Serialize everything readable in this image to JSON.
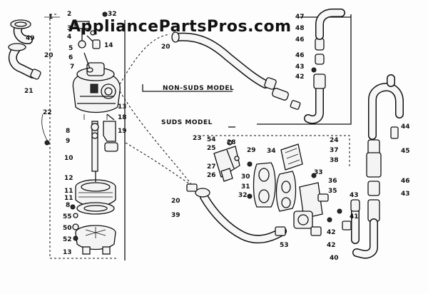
{
  "watermark": "AppliancePartsPros.com",
  "sections": {
    "non_suds": "NON-SUDS MODEL",
    "suds": "SUDS MODEL"
  },
  "callouts": [
    {
      "id": "1",
      "label": "1"
    },
    {
      "id": "2",
      "label": "2"
    },
    {
      "id": "32a",
      "label": "32"
    },
    {
      "id": "3",
      "label": "3"
    },
    {
      "id": "4",
      "label": "4"
    },
    {
      "id": "14",
      "label": "14"
    },
    {
      "id": "49",
      "label": "49"
    },
    {
      "id": "5",
      "label": "5"
    },
    {
      "id": "6",
      "label": "6"
    },
    {
      "id": "7",
      "label": "7"
    },
    {
      "id": "20a",
      "label": "20"
    },
    {
      "id": "21",
      "label": "21"
    },
    {
      "id": "22",
      "label": "22"
    },
    {
      "id": "13",
      "label": "13"
    },
    {
      "id": "18",
      "label": "18"
    },
    {
      "id": "8",
      "label": "8"
    },
    {
      "id": "9",
      "label": "9"
    },
    {
      "id": "19",
      "label": "19"
    },
    {
      "id": "10",
      "label": "10"
    },
    {
      "id": "12",
      "label": "12"
    },
    {
      "id": "11a",
      "label": "11"
    },
    {
      "id": "8b",
      "label": "8"
    },
    {
      "id": "11b",
      "label": "11"
    },
    {
      "id": "55",
      "label": "55"
    },
    {
      "id": "50",
      "label": "50"
    },
    {
      "id": "52",
      "label": "52"
    },
    {
      "id": "13b",
      "label": "13"
    },
    {
      "id": "20b",
      "label": "20"
    },
    {
      "id": "47",
      "label": "47"
    },
    {
      "id": "48",
      "label": "48"
    },
    {
      "id": "46a",
      "label": "46"
    },
    {
      "id": "46b",
      "label": "46"
    },
    {
      "id": "43a",
      "label": "43"
    },
    {
      "id": "42a",
      "label": "42"
    },
    {
      "id": "23",
      "label": "23"
    },
    {
      "id": "54",
      "label": "54"
    },
    {
      "id": "25",
      "label": "25"
    },
    {
      "id": "27",
      "label": "27"
    },
    {
      "id": "26",
      "label": "26"
    },
    {
      "id": "28",
      "label": "28"
    },
    {
      "id": "29",
      "label": "29"
    },
    {
      "id": "30",
      "label": "30"
    },
    {
      "id": "31",
      "label": "31"
    },
    {
      "id": "32b",
      "label": "32"
    },
    {
      "id": "34",
      "label": "34"
    },
    {
      "id": "24",
      "label": "24"
    },
    {
      "id": "37",
      "label": "37"
    },
    {
      "id": "38",
      "label": "38"
    },
    {
      "id": "33",
      "label": "33"
    },
    {
      "id": "36",
      "label": "36"
    },
    {
      "id": "35",
      "label": "35"
    },
    {
      "id": "44",
      "label": "44"
    },
    {
      "id": "45",
      "label": "45"
    },
    {
      "id": "46c",
      "label": "46"
    },
    {
      "id": "43b",
      "label": "43"
    },
    {
      "id": "43c",
      "label": "43"
    },
    {
      "id": "20c",
      "label": "20"
    },
    {
      "id": "39",
      "label": "39"
    },
    {
      "id": "53",
      "label": "53"
    },
    {
      "id": "41",
      "label": "41"
    },
    {
      "id": "42b",
      "label": "42"
    },
    {
      "id": "42c",
      "label": "42"
    },
    {
      "id": "40",
      "label": "40"
    }
  ]
}
